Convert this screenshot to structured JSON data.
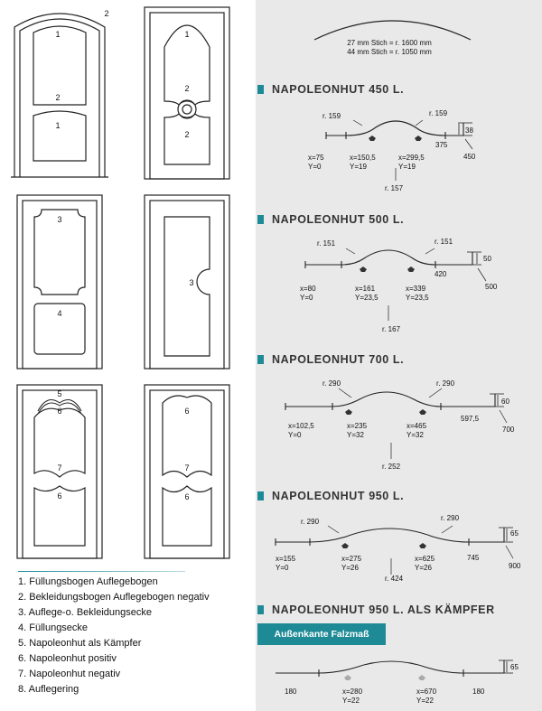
{
  "doors": {
    "d1": {
      "tag": "2",
      "l1": "1",
      "l2": "2",
      "l3": "1"
    },
    "d2": {
      "l1": "1",
      "l2": "2",
      "l3": "2"
    },
    "d3": {
      "l1": "3",
      "l2": "4"
    },
    "d4": {
      "l1": "3"
    },
    "d5": {
      "l1": "5",
      "l2": "6",
      "l3": "7",
      "l4": "6"
    },
    "d6": {
      "l1": "6",
      "l2": "7",
      "l3": "6"
    }
  },
  "legend": [
    "1. Füllungsbogen Auflegebogen",
    "2. Bekleidungsbogen Auflegebogen negativ",
    "3. Auflege-o. Bekleidungsecke",
    "4. Füllungsecke",
    "5. Napoleonhut als Kämpfer",
    "6. Napoleonhut positiv",
    "7. Napoleonhut negativ",
    "8. Auflegering"
  ],
  "arc_note": {
    "line1": "27 mm Stich = r. 1600 mm",
    "line2": "44 mm Stich = r. 1050 mm"
  },
  "sections": {
    "s450": {
      "title": "NAPOLEONHUT 450 L.",
      "r_left": "r. 159",
      "r_right": "r. 159",
      "r_bottom": "r. 157",
      "height": "38",
      "half": "375",
      "total": "450",
      "p1x": "x=75",
      "p1y": "Y=0",
      "p2x": "x=150,5",
      "p2y": "Y=19",
      "p3x": "x=299,5",
      "p3y": "Y=19"
    },
    "s500": {
      "title": "NAPOLEONHUT 500 L.",
      "r_left": "r. 151",
      "r_right": "r. 151",
      "r_bottom": "r. 167",
      "height": "50",
      "half": "420",
      "total": "500",
      "p1x": "x=80",
      "p1y": "Y=0",
      "p2x": "x=161",
      "p2y": "Y=23,5",
      "p3x": "x=339",
      "p3y": "Y=23,5"
    },
    "s700": {
      "title": "NAPOLEONHUT 700 L.",
      "r_left": "r. 290",
      "r_right": "r. 290",
      "r_bottom": "r. 252",
      "height": "60",
      "half": "597,5",
      "total": "700",
      "p1x": "x=102,5",
      "p1y": "Y=0",
      "p2x": "x=235",
      "p2y": "Y=32",
      "p3x": "x=465",
      "p3y": "Y=32"
    },
    "s950": {
      "title": "NAPOLEONHUT 950 L.",
      "r_left": "r. 290",
      "r_right": "r. 290",
      "r_bottom": "r. 424",
      "height": "65",
      "half": "745",
      "total": "900",
      "p1x": "x=155",
      "p1y": "Y=0",
      "p2x": "x=275",
      "p2y": "Y=26",
      "p3x": "x=625",
      "p3y": "Y=26"
    },
    "s950k": {
      "title": "NAPOLEONHUT 950 L. ALS KÄMPFER",
      "button": "Außenkante Falzmaß",
      "height": "65",
      "left": "180",
      "right": "180",
      "p2x": "x=280",
      "p2y": "Y=22",
      "p3x": "x=670",
      "p3y": "Y=22"
    }
  },
  "colors": {
    "accent": "#1d8a96",
    "panel": "#e9e9e9",
    "line": "#222222"
  }
}
